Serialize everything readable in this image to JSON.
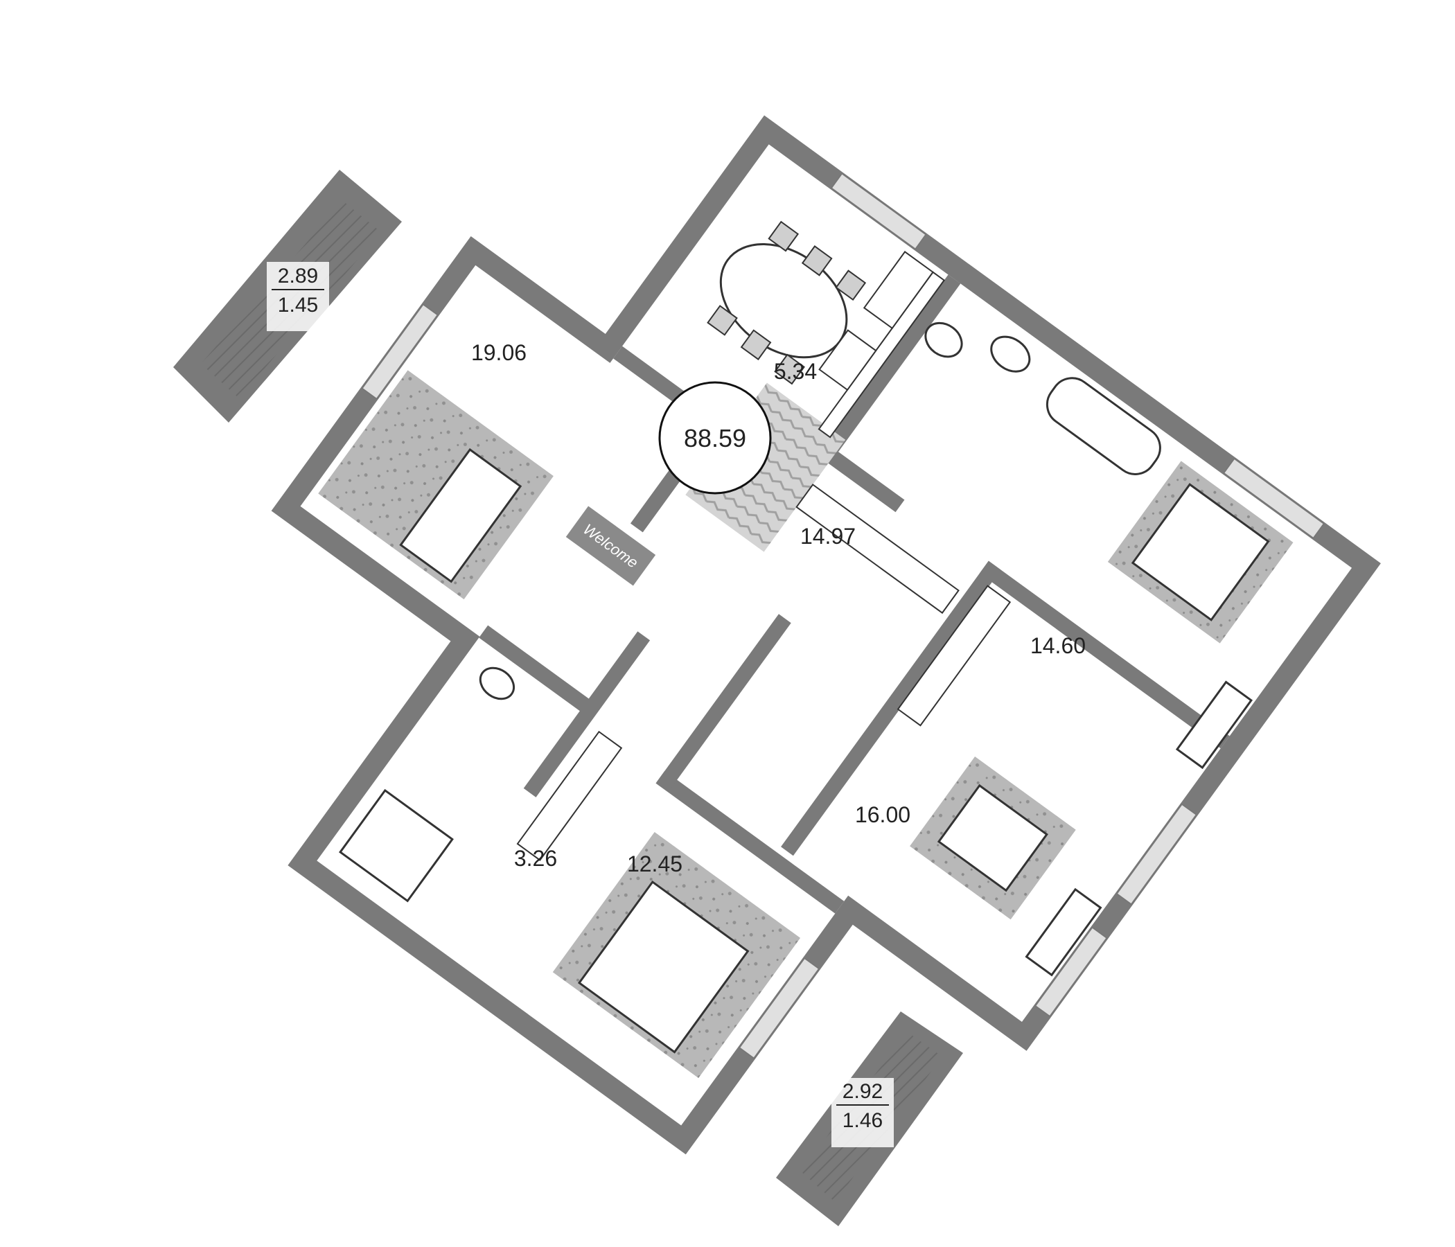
{
  "plan": {
    "total_area": "88.59",
    "rooms": {
      "kitchen_living": "19.06",
      "bathroom": "5.34",
      "hallway": "14.97",
      "bedroom_1": "14.60",
      "bedroom_2": "16.00",
      "wc": "3.26",
      "master_bedroom": "12.45"
    },
    "balcony_top": {
      "area": "2.89",
      "reduced": "1.45"
    },
    "balcony_bottom": {
      "area": "2.92",
      "reduced": "1.46"
    },
    "doormat_text": "Welcome"
  },
  "colors": {
    "wall": "#7a7a7a",
    "rug": "#b5b5b5",
    "furniture_line": "#333333",
    "window": "#e0e0e0",
    "background": "#ffffff"
  }
}
